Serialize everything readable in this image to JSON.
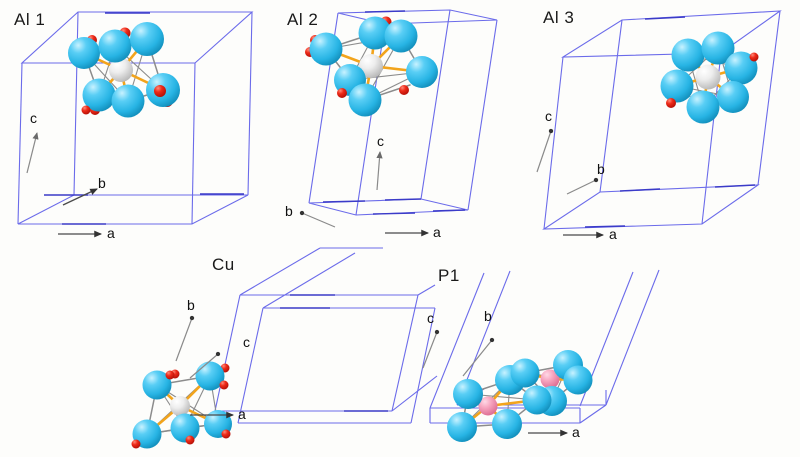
{
  "figure": {
    "background_color": "#fdfdfb",
    "description": "Five crystal unit cell panels showing metal-centered aluminium clusters",
    "cell_edge_color": "#6b6bea",
    "axis_arrow_color": "#8a8a8a",
    "atom_colors": {
      "aluminium": "#3fc3ef",
      "centre_white": "#e8e8e8",
      "centre_pink": "#f2a0b8",
      "oxygen": "#e41b13",
      "bond_orange": "#f2a41c",
      "bond_grey": "#8c8c8c"
    }
  },
  "panels": [
    {
      "id": "al1",
      "label": "Al 1",
      "axes": [
        {
          "name": "c",
          "label": "c"
        },
        {
          "name": "b",
          "label": "b"
        },
        {
          "name": "a",
          "label": "a"
        }
      ]
    },
    {
      "id": "al2",
      "label": "Al 2",
      "axes": [
        {
          "name": "c",
          "label": "c"
        },
        {
          "name": "b",
          "label": "b"
        },
        {
          "name": "a",
          "label": "a"
        }
      ]
    },
    {
      "id": "al3",
      "label": "Al 3",
      "axes": [
        {
          "name": "c",
          "label": "c"
        },
        {
          "name": "b",
          "label": "b"
        },
        {
          "name": "a",
          "label": "a"
        }
      ]
    },
    {
      "id": "cu",
      "label": "Cu",
      "axes": [
        {
          "name": "b",
          "label": "b"
        },
        {
          "name": "c",
          "label": "c"
        },
        {
          "name": "a",
          "label": "a"
        }
      ]
    },
    {
      "id": "p1",
      "label": "P1",
      "axes": [
        {
          "name": "c",
          "label": "c"
        },
        {
          "name": "b",
          "label": "b"
        },
        {
          "name": "a",
          "label": "a"
        }
      ]
    }
  ]
}
